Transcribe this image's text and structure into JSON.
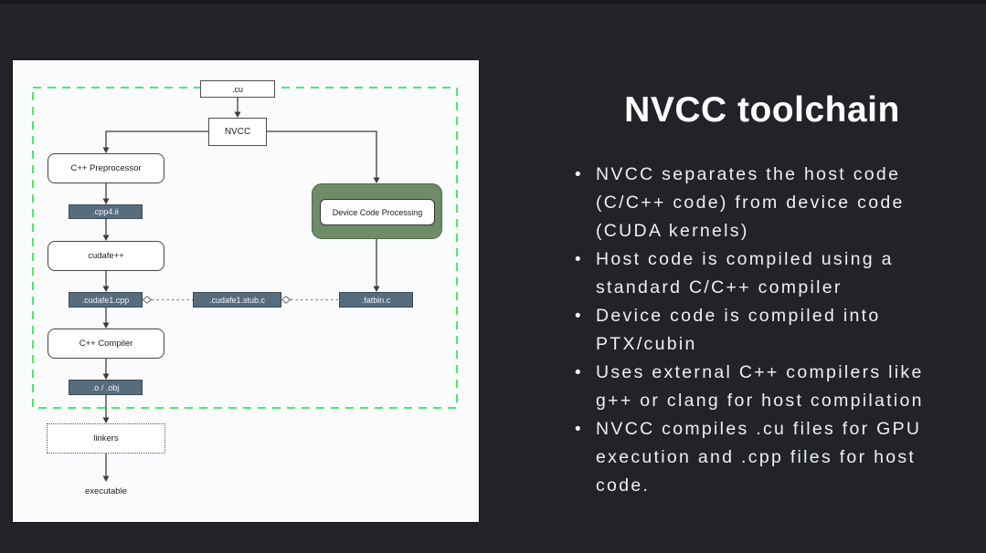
{
  "slide": {
    "title": "NVCC toolchain",
    "bullets": [
      "NVCC separates the host code (C/C++ code) from device code (CUDA kernels)",
      "Host code is compiled using a standard C/C++ compiler",
      "Device code is compiled into PTX/cubin",
      "Uses external C++ compilers like g++ or clang for host compilation",
      "NVCC compiles .cu files for GPU execution and .cpp files for host code."
    ],
    "colors": {
      "background": "#212329",
      "panel": "#fafbfd",
      "artifact_box": "#576c7d",
      "device_green": "#6f8c68",
      "dashed_border_green": "#4ae96c",
      "text": "#eef0f2"
    }
  },
  "diagram": {
    "nodes": {
      "cu": ".cu",
      "nvcc": "NVCC",
      "cpp_preprocessor": "C++ Preprocessor",
      "cpp4_ii": ".cpp4.ii",
      "cudafe": "cudafe++",
      "cudafe1_cpp": ".cudafe1.cpp",
      "cudafe1_stub_c": ".cudafe1.stub.c",
      "fatbin_c": ".fatbin.c",
      "device_code_processing": "Device Code Processing",
      "cpp_compiler": "C++ Compiler",
      "o_obj": ".o / .obj",
      "linkers": "linkers",
      "executable": "executable"
    }
  }
}
